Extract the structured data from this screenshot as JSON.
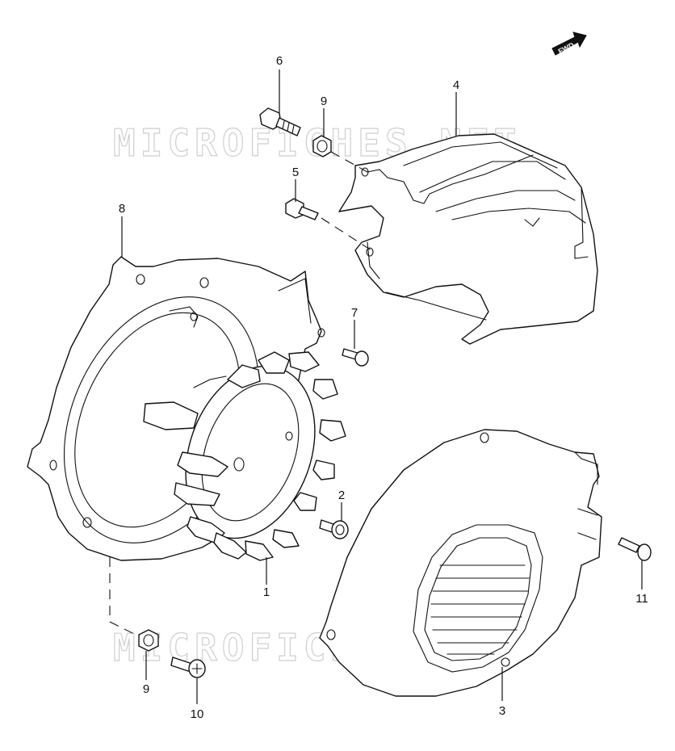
{
  "watermark": {
    "text": "MICROFICHES.NET"
  },
  "direction": {
    "label": "FWD"
  },
  "callouts": {
    "c1": "1",
    "c2": "2",
    "c3": "3",
    "c4": "4",
    "c5": "5",
    "c6": "6",
    "c7": "7",
    "c8": "8",
    "c9a": "9",
    "c9b": "9",
    "c10": "10",
    "c11": "11"
  }
}
